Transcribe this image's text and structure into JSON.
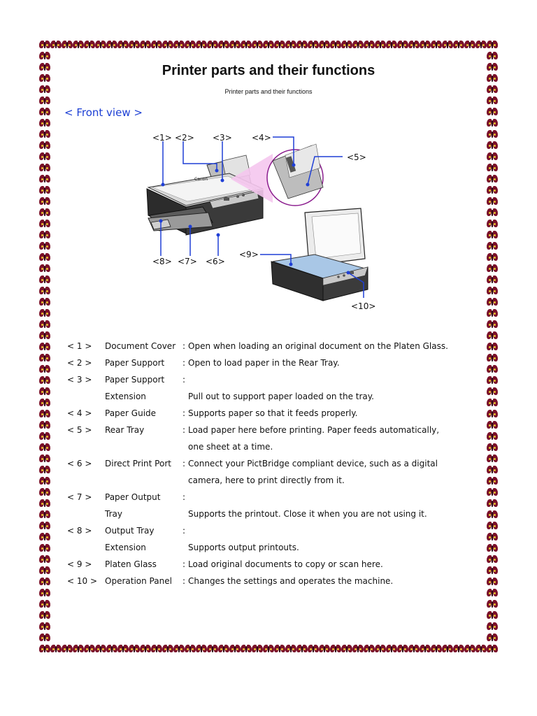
{
  "page": {
    "title": "Printer parts and their functions",
    "subtitle": "Printer parts and their functions",
    "section_heading": "< Front view >"
  },
  "figure": {
    "callouts": [
      "<1>",
      "<2>",
      "<3>",
      "<4>",
      "<5>",
      "<6>",
      "<7>",
      "<8>",
      "<9>",
      "<10>"
    ],
    "brand_mark": "Canon",
    "callout_color": "#1f3fd6"
  },
  "parts": [
    {
      "num": "< 1 >",
      "name": "Document Cover",
      "lines": [
        "Open when loading an original document on the Platen Glass."
      ]
    },
    {
      "num": "< 2 >",
      "name": "Paper Support",
      "lines": [
        "Open to load paper in the Rear Tray."
      ]
    },
    {
      "num": "< 3 >",
      "name": "Paper Support",
      "name_cont": "Extension",
      "lines": [
        "",
        "Pull out to support paper loaded on the tray."
      ]
    },
    {
      "num": "< 4 >",
      "name": "Paper Guide",
      "lines": [
        "Supports paper so that it feeds properly."
      ]
    },
    {
      "num": "< 5 >",
      "name": "Rear Tray",
      "lines": [
        "Load paper here before printing. Paper feeds automatically,",
        "one sheet at a time."
      ]
    },
    {
      "num": "< 6 >",
      "name": "Direct Print Port",
      "lines": [
        "Connect your PictBridge compliant device, such as a digital",
        "camera, here to print directly from it."
      ]
    },
    {
      "num": "< 7 >",
      "name": "Paper Output",
      "name_cont": "Tray",
      "lines": [
        "",
        "Supports the printout. Close it when you are not using it."
      ]
    },
    {
      "num": "< 8 >",
      "name": "Output Tray",
      "name_cont": "Extension",
      "lines": [
        "",
        "Supports output printouts."
      ]
    },
    {
      "num": "< 9 >",
      "name": "Platen Glass",
      "lines": [
        "Load original documents to copy or scan here."
      ]
    },
    {
      "num": "< 10 >",
      "name": "Operation Panel",
      "lines": [
        "Changes the settings and operates the machine."
      ]
    }
  ],
  "separator": ":",
  "colors": {
    "border_motif": "#7a1029",
    "heading_blue": "#1c3fd4"
  }
}
